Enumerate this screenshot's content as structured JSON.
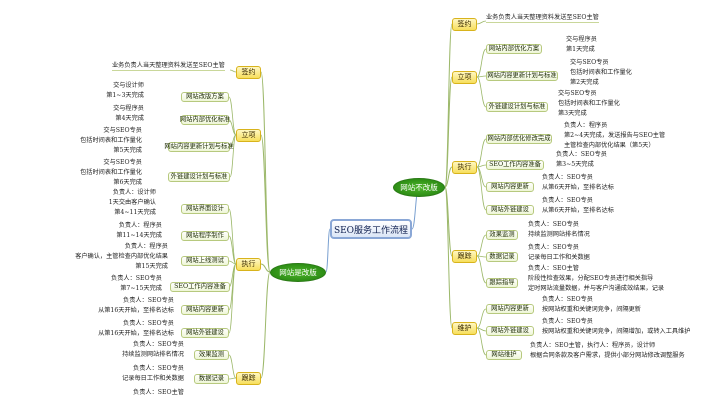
{
  "center": "SEO服务工作流程",
  "ovals": {
    "left": "网站是改版",
    "right": "网站不改版"
  },
  "left": {
    "cats": {
      "sign": "签约",
      "setup": "立项",
      "exec": "执行",
      "track": "跟踪"
    },
    "sign_note": "业务负责人当天整理资料发送至SEO主管",
    "setup_items": [
      {
        "label": "网站改版方案",
        "notes": [
          "交与设计师",
          "第1~3天完成"
        ]
      },
      {
        "label": "网站内部优化标准",
        "notes": [
          "交与程序员",
          "第4天完成"
        ]
      },
      {
        "label": "网站内容更新计划与标准",
        "notes": [
          "交与SEO专员",
          "包括时间表和工作量化",
          "第5天完成"
        ]
      },
      {
        "label": "外链建设计划与标准",
        "notes": [
          "交与SEO专员",
          "包括时间表和工作量化",
          "第6天完成"
        ]
      }
    ],
    "exec_items": [
      {
        "label": "网站界面设计",
        "notes": [
          "负责人：设计师",
          "1天交由客户确认",
          "第4~11天完成"
        ]
      },
      {
        "label": "网站程序制作",
        "notes": [
          "负责人：程序员",
          "第11~14天完成"
        ]
      },
      {
        "label": "网站上线测试",
        "notes": [
          "负责人：程序员",
          "客户确认，主管检查内部优化结果",
          "第15天完成"
        ]
      },
      {
        "label": "SEO工作内容准备",
        "notes": [
          "负责人：SEO专员",
          "第7~15天完成"
        ]
      },
      {
        "label": "网站内容更新",
        "notes": [
          "负责人：SEO专员",
          "从第16天开始，至排名达标"
        ]
      },
      {
        "label": "网站外链建设",
        "notes": [
          "负责人：SEO专员",
          "从第16天开始，至排名达标"
        ]
      }
    ],
    "track_items": [
      {
        "label": "效果监测",
        "notes": [
          "负责人：SEO专员",
          "持续监测网站排名情况"
        ]
      },
      {
        "label": "数据记录",
        "notes": [
          "负责人：SEO专员",
          "记录每日工作和关数据"
        ]
      },
      {
        "label": "",
        "notes": [
          "负责人：SEO主管"
        ]
      }
    ]
  },
  "right": {
    "cats": {
      "sign": "签约",
      "setup": "立项",
      "exec": "执行",
      "track": "跟踪",
      "maintain": "维护"
    },
    "sign_note": "业务负责人当天整理资料发送至SEO主管",
    "setup_items": [
      {
        "label": "网站内部优化方案",
        "notes": [
          "交与程序员",
          "第1天完成"
        ]
      },
      {
        "label": "网站内容更新计划与标准",
        "notes": [
          "交与SEO专员",
          "包括时间表和工作量化",
          "第2天完成"
        ]
      },
      {
        "label": "外链建设计划与标准",
        "notes": [
          "交与SEO专员",
          "包括时间表和工作量化",
          "第3天完成"
        ]
      }
    ],
    "exec_items": [
      {
        "label": "网站内部优化修改完成",
        "notes": [
          "负责人：程序员",
          "第2~4天完成，发送报告与SEO主管",
          "主管检查内部优化结果（第5天）"
        ]
      },
      {
        "label": "SEO工作内容准备",
        "notes": [
          "负责人：SEO专员",
          "第3~5天完成"
        ]
      },
      {
        "label": "网站内容更新",
        "notes": [
          "负责人：SEO专员",
          "从第6天开始，至排名达标"
        ]
      },
      {
        "label": "网站外链建设",
        "notes": [
          "负责人：SEO专员",
          "从第6天开始，至排名达标"
        ]
      }
    ],
    "track_items": [
      {
        "label": "效果监测",
        "notes": [
          "负责人：SEO专员",
          "持续监测网站排名情况"
        ]
      },
      {
        "label": "数据记录",
        "notes": [
          "负责人：SEO专员",
          "记录每日工作和关数据"
        ]
      },
      {
        "label": "跟踪指导",
        "notes": [
          "负责人：SEO主管",
          "阶段性检查效果，分配SEO专员进行相关指导",
          "定时网站流量数据，并与客户沟通成效结果，记录"
        ]
      }
    ],
    "maintain_items": [
      {
        "label": "网站内容更新",
        "notes": [
          "负责人：SEO专员",
          "按网站权重和关键词竞争，间隔更新"
        ]
      },
      {
        "label": "网站外链建设",
        "notes": [
          "负责人：SEO专员",
          "按网站权重和关键词竞争，间隔增加，或转入工具维护"
        ]
      },
      {
        "label": "网站维护",
        "notes": [
          "负责人：SEO主管，执行人：程序员，设计师",
          "根据合同条款及客户需求，提供小部分网站修改调整服务"
        ]
      }
    ]
  }
}
